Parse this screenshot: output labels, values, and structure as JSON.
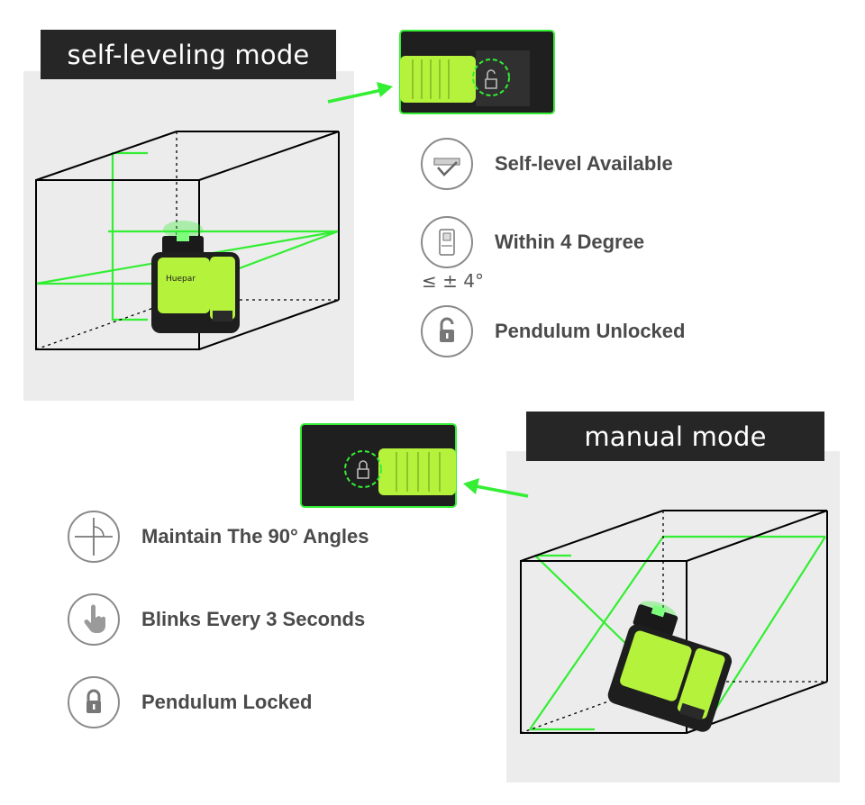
{
  "self_leveling": {
    "title": "self-leveling mode",
    "features": [
      {
        "label": "Self-level Available",
        "icon": "level-bubble-icon"
      },
      {
        "label": "Within 4 Degree",
        "icon": "tilt-device-icon",
        "note": "≤ ± 4°"
      },
      {
        "label": "Pendulum Unlocked",
        "icon": "padlock-open-icon"
      }
    ]
  },
  "manual": {
    "title": "manual mode",
    "features": [
      {
        "label": "Maintain The 90° Angles",
        "icon": "right-angle-icon"
      },
      {
        "label": "Blinks Every 3 Seconds",
        "icon": "hand-pointer-icon"
      },
      {
        "label": "Pendulum Locked",
        "icon": "padlock-closed-icon"
      }
    ]
  },
  "device_brand": "Huepar",
  "colors": {
    "laser_green": "#33ee33",
    "device_green": "#b5f23c",
    "banner_bg": "#262626",
    "panel_bg": "#ececec"
  }
}
